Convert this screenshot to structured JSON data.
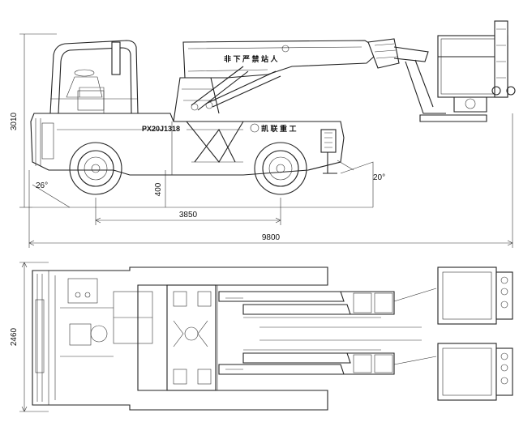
{
  "side_view": {
    "model_plate": "PX20J1318",
    "boom_decal": "非 下 严 禁 站 人",
    "brand_decal": "凯 联 重 工",
    "dims": {
      "height": "3010",
      "ground_clearance": "400",
      "wheelbase": "3850",
      "overall_length": "9800",
      "approach_angle": "26°",
      "departure_angle": "20°"
    }
  },
  "top_view": {
    "dims": {
      "width": "2460"
    }
  }
}
